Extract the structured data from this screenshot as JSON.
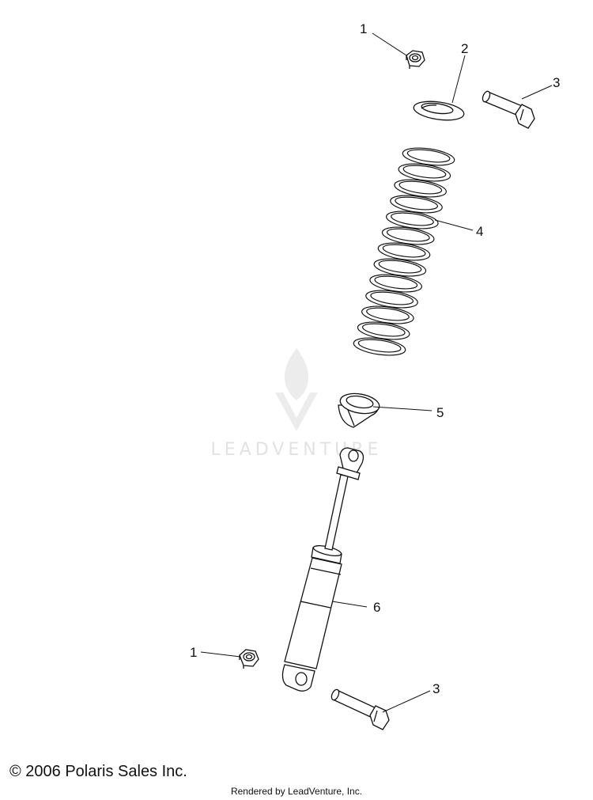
{
  "watermark": {
    "logo_text": "LEADVENTURE"
  },
  "callouts": {
    "nut_top": "1",
    "washer": "2",
    "bolt_top": "3",
    "spring": "4",
    "spring_seat": "5",
    "shock": "6",
    "nut_bottom": "1",
    "bolt_bottom": "3"
  },
  "footer": {
    "copyright": "© 2006 Polaris Sales Inc.",
    "rendered_by": "Rendered by LeadVenture, Inc."
  },
  "icons": [
    "nut-icon",
    "washer-icon",
    "bolt-icon",
    "coil-spring-icon",
    "spring-seat-icon",
    "shock-absorber-icon"
  ]
}
